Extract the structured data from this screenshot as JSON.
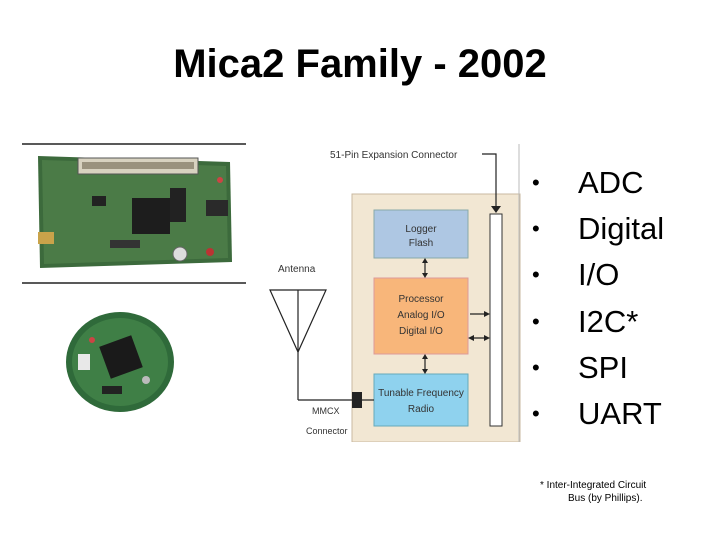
{
  "slide": {
    "title": "Mica2 Family - 2002"
  },
  "diagram": {
    "connector_label": "51-Pin Expansion Connector",
    "antenna_label": "Antenna",
    "mmcx_label": "MMCX",
    "mmcx_label2": "Connector",
    "logger_line1": "Logger",
    "logger_line2": "Flash",
    "processor_line1": "Processor",
    "processor_line2": "Analog I/O",
    "processor_line3": "Digital I/O",
    "radio_line1": "Tunable Frequency",
    "radio_line2": "Radio",
    "colors": {
      "board_bg": "#f2e7d3",
      "logger": "#aec7e3",
      "processor": "#f8b67a",
      "radio": "#8fd2ee"
    }
  },
  "bullets": [
    {
      "bullet": "•",
      "text": "ADC"
    },
    {
      "bullet": "•",
      "text": "Digital"
    },
    {
      "bullet": "•",
      "text": "I/O"
    },
    {
      "bullet": "•",
      "text": "I2C*"
    },
    {
      "bullet": "•",
      "text": "SPI"
    },
    {
      "bullet": "•",
      "text": "UART"
    }
  ],
  "footnote": {
    "line1": "* Inter-Integrated Circuit",
    "line2": "Bus (by Phillips)."
  }
}
